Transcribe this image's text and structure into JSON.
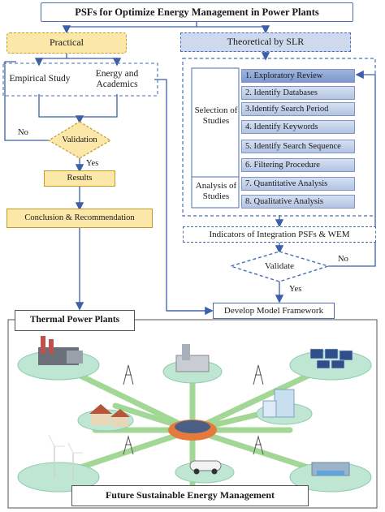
{
  "title": "PSFs for Optimize Energy Management in Power Plants",
  "practical": "Practical",
  "theoretical": "Theoretical by SLR",
  "empirical": "Empirical Study",
  "energy_academics": "Energy and Academics",
  "validation": "Validation",
  "no_label_left": "No",
  "yes_label_left": "Yes",
  "results": "Results",
  "conclusion": "Conclusion & Recommendation",
  "selection_of_studies": "Selection of Studies",
  "analysis_of_studies": "Analysis of Studies",
  "steps": [
    "1. Exploratory Review",
    "2. Identify Databases",
    "3.Identify  Search Period",
    "4. Identify Keywords",
    "5. Identify Search Sequence",
    "6. Filtering Procedure",
    "7. Quantitative Analysis",
    "8. Qualitative Analysis"
  ],
  "indicators": "Indicators of Integration PSFs & WEM",
  "validate": "Validate",
  "no_label_right": "No",
  "yes_label_right": "Yes",
  "develop": "Develop Model Framework",
  "thermal": "Thermal Power Plants",
  "future": "Future Sustainable Energy Management"
}
